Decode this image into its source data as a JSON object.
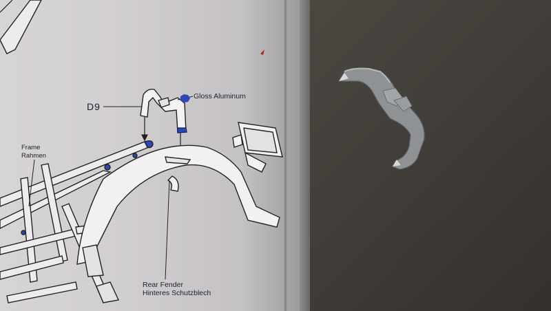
{
  "photo": {
    "part_code": "D9",
    "paint_note": "Gloss Aluminum",
    "frame_label": "Frame",
    "frame_label_german": "Rahmen",
    "fender_label": "Rear Fender",
    "fender_label_german": "Hinteres Schutzblech",
    "paint_marker_color": "#2e48b8",
    "part_color": "#8f9294"
  }
}
